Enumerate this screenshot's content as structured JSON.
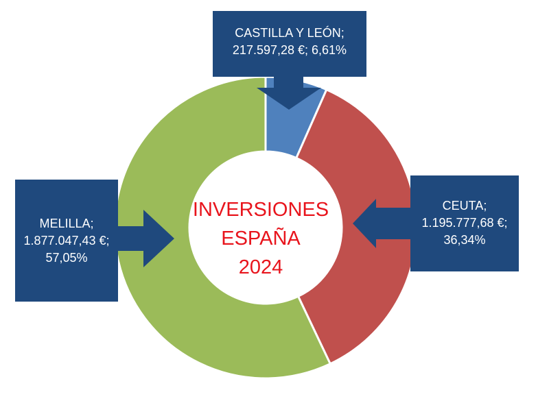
{
  "chart_data": {
    "type": "pie",
    "title": "INVERSIONES ESPAÑA 2024",
    "center_lines": [
      "INVERSIONES",
      "ESPAÑA",
      "2024"
    ],
    "slices": [
      {
        "label": "CASTILLA Y LEÓN",
        "value": 217597.28,
        "value_text": "217.597,28 €",
        "percent": 6.61,
        "percent_text": "6,61%",
        "color": "#4f81bd"
      },
      {
        "label": "CEUTA",
        "value": 1195777.68,
        "value_text": "1.195.777,68 €",
        "percent": 36.34,
        "percent_text": "36,34%",
        "color": "#c0504d"
      },
      {
        "label": "MELILLA",
        "value": 1877047.43,
        "value_text": "1.877.047,43 €",
        "percent": 57.05,
        "percent_text": "57,05%",
        "color": "#9bbb59"
      }
    ]
  },
  "callouts": {
    "top": {
      "line1": "CASTILLA Y LEÓN;",
      "line2": "217.597,28 €; 6,61%"
    },
    "right": {
      "line1": "CEUTA;",
      "line2": "1.195.777,68 €;",
      "line3": "36,34%"
    },
    "left": {
      "line1": "MELILLA;",
      "line2": "1.877.047,43 €;",
      "line3": "57,05%"
    }
  },
  "colors": {
    "callout_fill": "#1f497d",
    "title_text": "#e8141c"
  }
}
